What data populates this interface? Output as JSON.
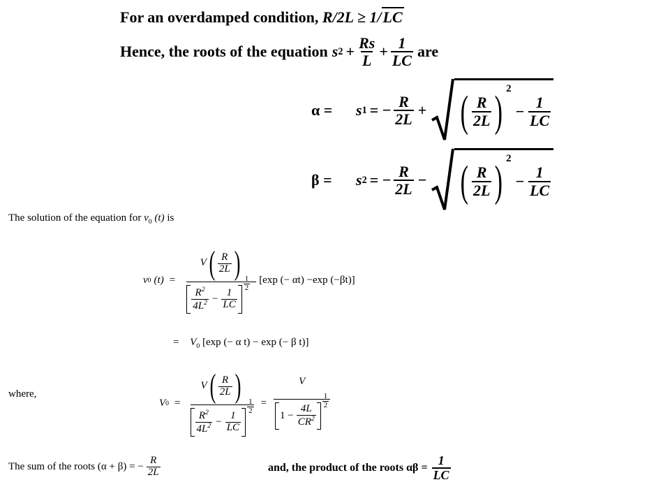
{
  "header": {
    "line1_prefix": "For an overdamped condition,",
    "line1_cond": "R/2L ≥ 1/",
    "line1_rad": "LC",
    "line2_prefix": "Hence, the roots of the equation",
    "line2_s": "s",
    "line2_exp": "2",
    "plus": "+",
    "rs": "Rs",
    "l": "L",
    "one": "1",
    "lc": "LC",
    "line2_suffix": "are"
  },
  "roots": {
    "alpha": "α =",
    "beta": "β =",
    "s1": "s",
    "s1_sub": "1",
    "s2": "s",
    "s2_sub": "2",
    "eq_minus": "= −",
    "R": "R",
    "twoL": "2L",
    "plus": "+",
    "minus": "−",
    "exp2": "2",
    "one": "1",
    "LC": "LC"
  },
  "solution": {
    "intro": "The solution of the equation for",
    "v0": "v",
    "v0_sub": "0",
    "v0_arg": "(t)",
    "is": "is",
    "eq": "=",
    "V": "V",
    "R": "R",
    "twoL": "2L",
    "half_num": "1",
    "half_den": "2",
    "R2": "R",
    "R2_exp": "2",
    "fourL2": "4L",
    "fourL2_exp": "2",
    "minus": "−",
    "one": "1",
    "LC": "LC",
    "exp_term1": "[exp (− αt) −exp (−βt)]",
    "line2_eq": "=",
    "V0": "V",
    "V0_sub": "0",
    "exp_term2": "[exp (− α t) − exp (− β t)]"
  },
  "where": {
    "label": "where,",
    "V0": "V",
    "V0_sub": "0",
    "eq": "=",
    "V": "V",
    "R": "R",
    "twoL": "2L",
    "half_num": "1",
    "half_den": "2",
    "R2": "R",
    "R2_exp": "2",
    "fourL2": "4L",
    "fourL2_exp": "2",
    "minus": "−",
    "one": "1",
    "LC": "LC",
    "eq2": "=",
    "rhs_V": "V",
    "rhs_one": "1 −",
    "rhs_4L": "4L",
    "rhs_CR2": "CR",
    "rhs_CR2_exp": "2"
  },
  "footer": {
    "sum_text": "The sum of the roots (α + β) = −",
    "sum_R": "R",
    "sum_2L": "2L",
    "prod_text": "and, the product of the roots αβ =",
    "prod_one": "1",
    "prod_LC": "LC"
  }
}
